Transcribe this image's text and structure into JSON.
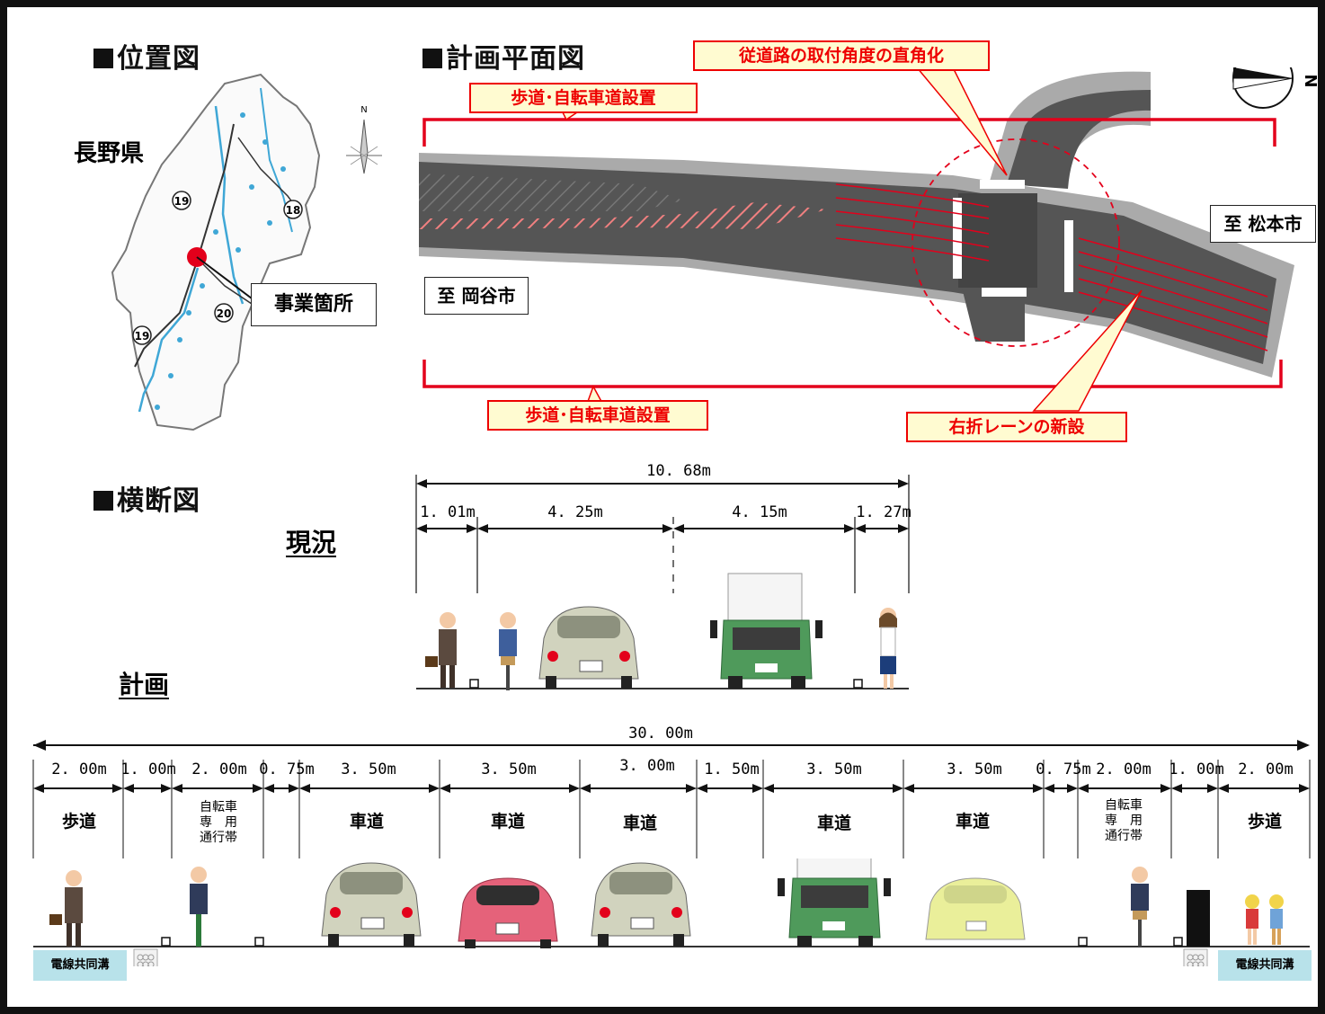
{
  "location_map": {
    "heading": "位置図",
    "prefecture": "長野県",
    "project_site_label": "事業箇所",
    "route_labels": [
      "19",
      "18",
      "20",
      "19"
    ],
    "north": "N"
  },
  "plan": {
    "heading": "計画平面図",
    "callout_sidewalk_top": "歩道･自転車道設置",
    "callout_sidewalk_bottom": "歩道･自転車道設置",
    "callout_angle": "従道路の取付角度の直角化",
    "callout_right_turn": "右折レーンの新設",
    "to_okaya": "至 岡谷市",
    "to_matsumoto": "至 松本市",
    "north": "N"
  },
  "cross_section": {
    "heading": "横断図",
    "current": {
      "label": "現況",
      "total": "10. 68m",
      "segments": [
        "1. 01m",
        "4. 25m",
        "4. 15m",
        "1. 27m"
      ]
    },
    "plan": {
      "label": "計画",
      "total": "30. 00m",
      "segments": [
        "2. 00m",
        "1. 00m",
        "2. 00m",
        "0. 75m",
        "3. 50m",
        "3. 50m",
        "3. 00m",
        "1. 50m",
        "3. 50m",
        "3. 50m",
        "0. 75m",
        "2. 00m",
        "1. 00m",
        "2. 00m"
      ],
      "lane_labels": {
        "sidewalk": "歩道",
        "bike_lane": "自転車\n専　用\n通行帯",
        "roadway": "車道"
      },
      "utility_duct": "電線共同溝"
    }
  }
}
